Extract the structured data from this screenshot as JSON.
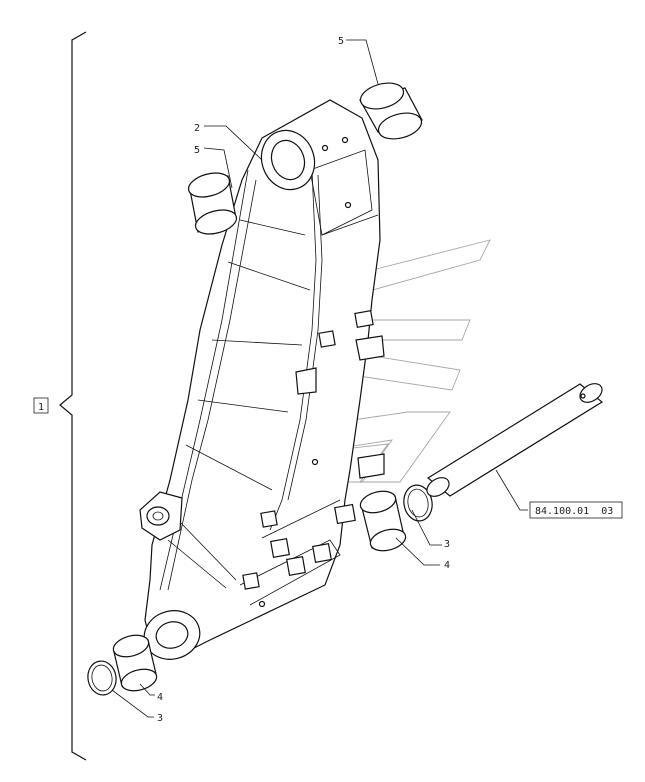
{
  "callouts": {
    "item_1": "1",
    "item_2": "2",
    "item_3a": "3",
    "item_3b": "3",
    "item_4a": "4",
    "item_4b": "4",
    "item_5a": "5",
    "item_5b": "5"
  },
  "reference": "84.100.01  03",
  "colors": {
    "line": "#111111",
    "watermark": "#888888",
    "background": "#ffffff"
  }
}
